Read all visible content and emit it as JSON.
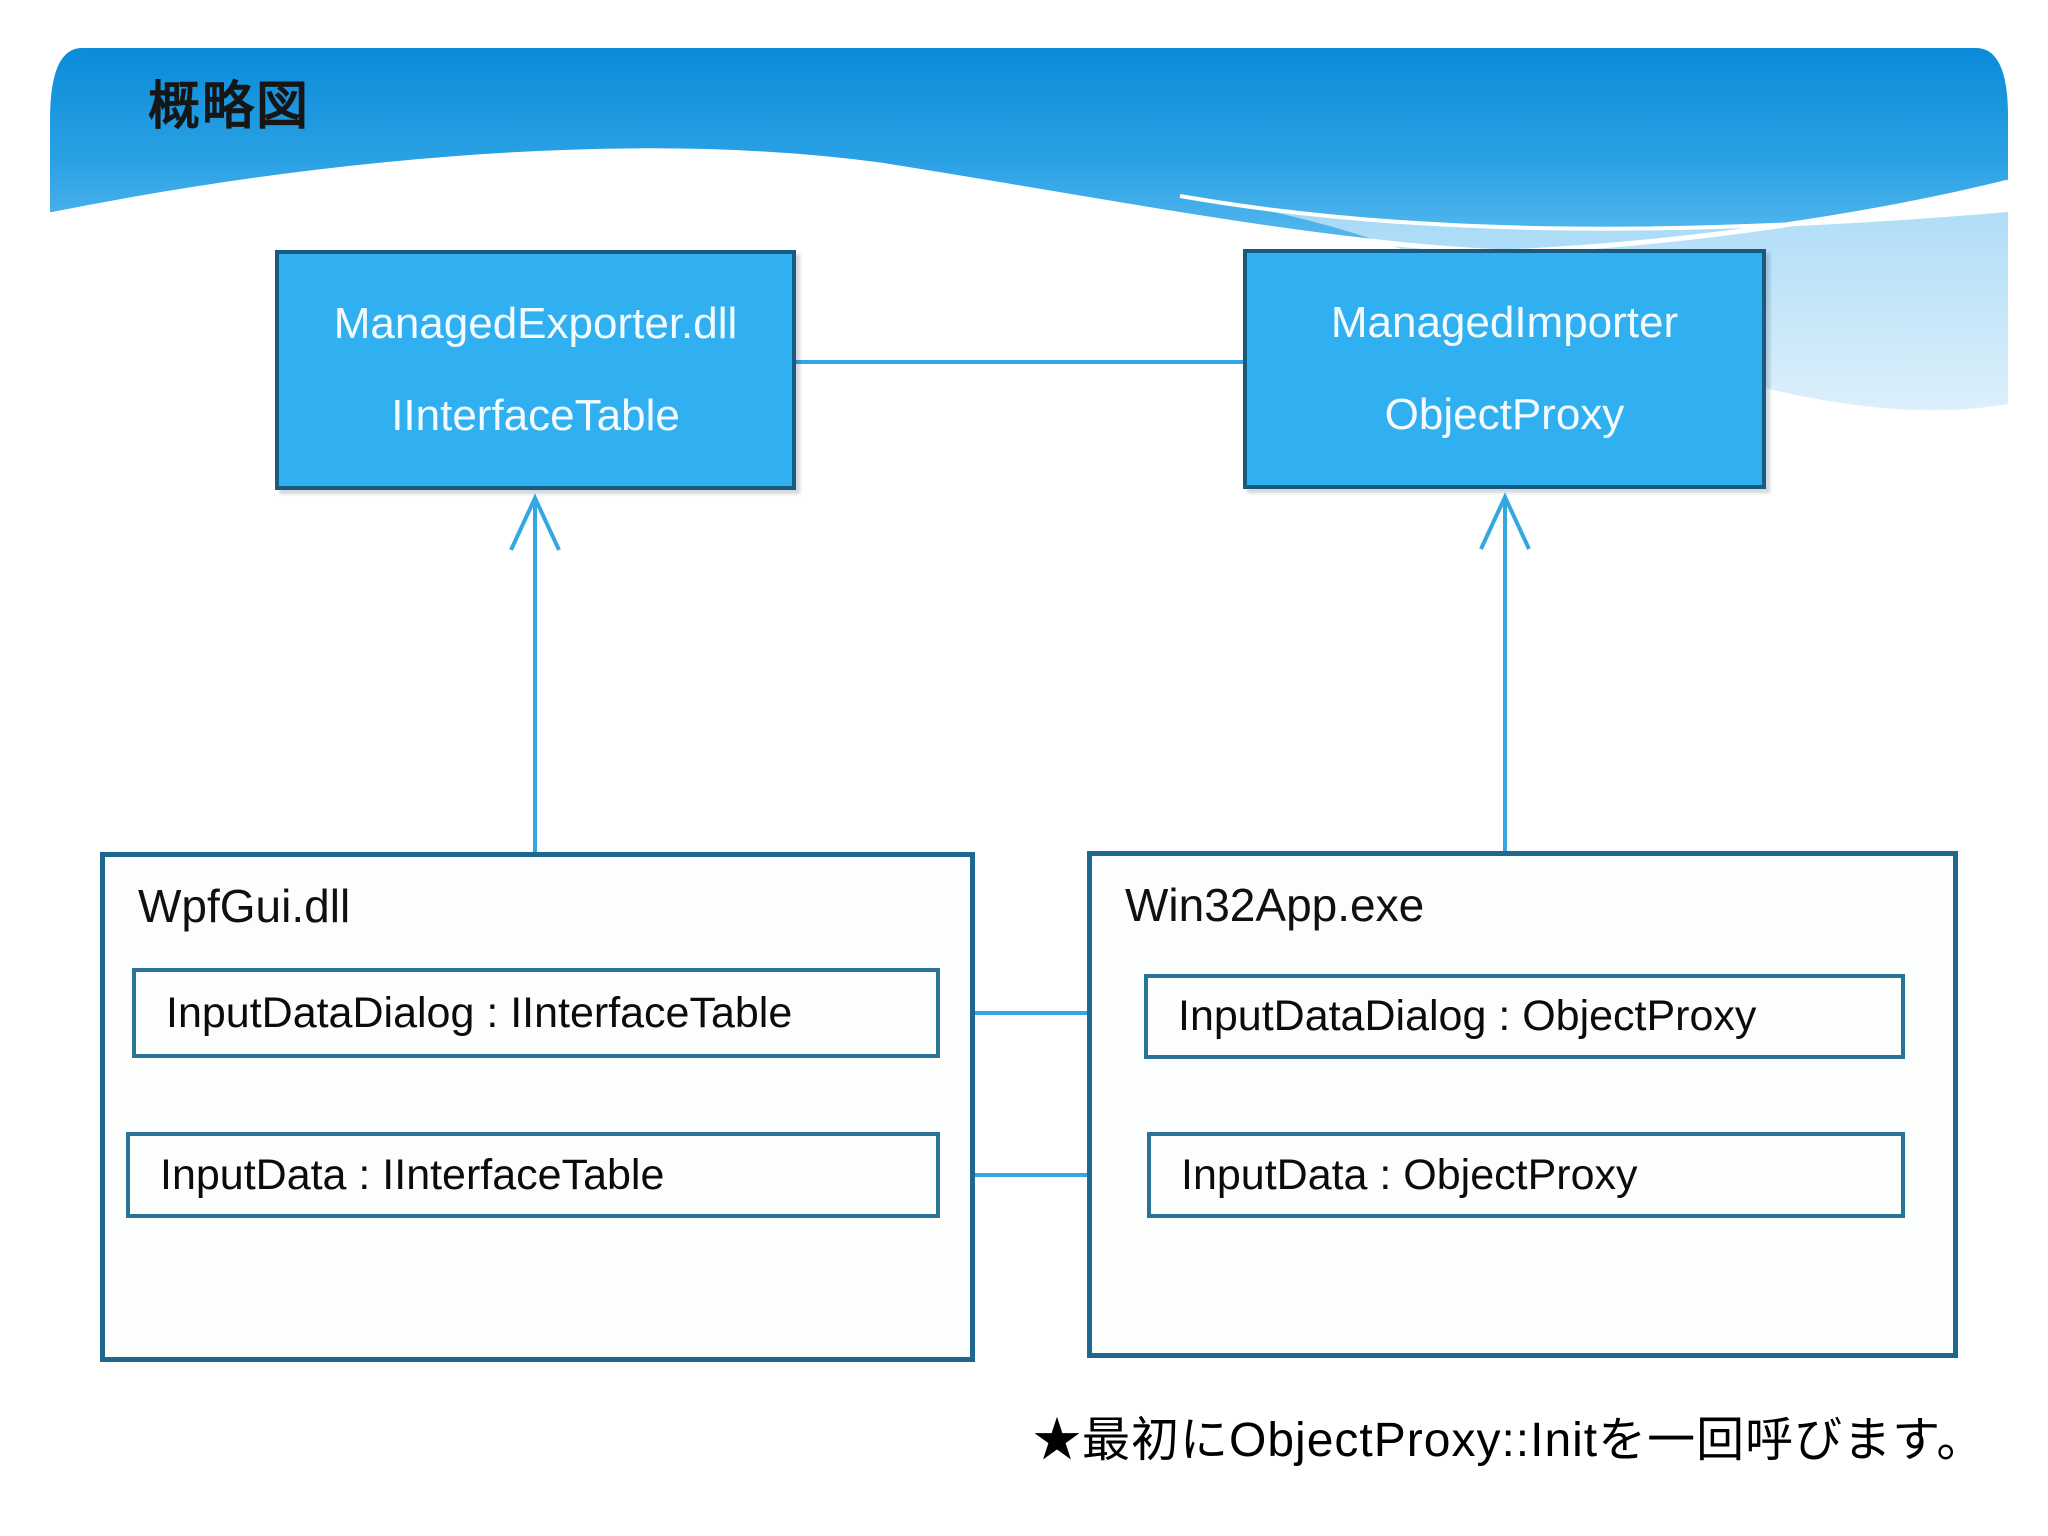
{
  "slide": {
    "title": "概略図",
    "note": {
      "prefix": "★最初に",
      "code": "ObjectProxy::Init",
      "suffix": "を一回呼びます。"
    }
  },
  "diagram": {
    "top_boxes": [
      {
        "id": "managed-exporter",
        "lines": [
          "ManagedExporter.dll",
          "IInterfaceTable"
        ]
      },
      {
        "id": "managed-importer",
        "lines": [
          "ManagedImporter",
          "ObjectProxy"
        ]
      }
    ],
    "containers": [
      {
        "id": "wpfgui",
        "title": "WpfGui.dll",
        "items": [
          "InputDataDialog : IInterfaceTable",
          "InputData : IInterfaceTable"
        ]
      },
      {
        "id": "win32app",
        "title": "Win32App.exe",
        "items": [
          "InputDataDialog : ObjectProxy",
          "InputData : ObjectProxy"
        ]
      }
    ],
    "relations": [
      "WpfGui.dll -> ManagedExporter.dll (realization arrow)",
      "Win32App.exe -> ManagedImporter (realization arrow)",
      "ManagedExporter.dll — ManagedImporter (association)",
      "InputDataDialog : IInterfaceTable — InputDataDialog : ObjectProxy",
      "InputData : IInterfaceTable — InputData : ObjectProxy"
    ]
  },
  "colors": {
    "headerTop": "#0b8bd9",
    "headerMid": "#2aa1e4",
    "headerLow": "#5bbbf0",
    "wedgeLight": "#a8daf6",
    "wedgeLighter": "#dbeffb",
    "boxBlue": "#30aff1",
    "boxBlueBorder": "#1a5a7e",
    "containerBorder": "#1e6890",
    "containerBg": "#fcfefe",
    "innerBorder": "#2a7396",
    "innerBg": "#fbfefd",
    "line": "#35a7e0",
    "waveStroke": "#ffffff"
  }
}
